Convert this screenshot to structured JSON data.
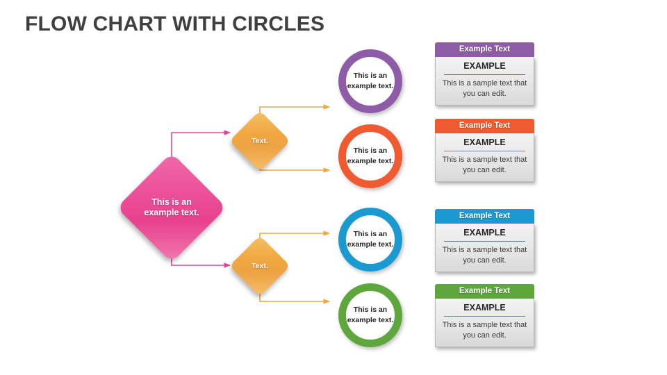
{
  "page": {
    "title": "FLOW CHART WITH CIRCLES",
    "background": "#ffffff",
    "title_color": "#3f3f3f"
  },
  "nodes": {
    "root": {
      "shape": "diamond",
      "label": "This is an example text.",
      "color": "#ec4f99",
      "text_color": "#ffffff"
    },
    "branches": [
      {
        "shape": "diamond",
        "label": "Text.",
        "color": "#f0a63f",
        "text_color": "#ffffff"
      },
      {
        "shape": "diamond",
        "label": "Text.",
        "color": "#f0a63f",
        "text_color": "#ffffff"
      }
    ]
  },
  "circles": [
    {
      "label": "This is an example text.",
      "ring_color": "#8e5ca6",
      "fill": "#ffffff",
      "text_color": "#231f20"
    },
    {
      "label": "This is an example text.",
      "ring_color": "#ef5a31",
      "fill": "#ffffff",
      "text_color": "#231f20"
    },
    {
      "label": "This is an example text.",
      "ring_color": "#1b9ad2",
      "fill": "#ffffff",
      "text_color": "#231f20"
    },
    {
      "label": "This is an example text.",
      "ring_color": "#5ea73c",
      "fill": "#ffffff",
      "text_color": "#231f20"
    }
  ],
  "cards": [
    {
      "header": "Example Text",
      "heading": "EXAMPLE",
      "description": "This is a sample text that you can edit.",
      "accent": "#8e5ca6"
    },
    {
      "header": "Example Text",
      "heading": "EXAMPLE",
      "description": "This is a sample text that you can edit.",
      "accent": "#ef5a31"
    },
    {
      "header": "Example Text",
      "heading": "EXAMPLE",
      "description": "This is a sample text that you can edit.",
      "accent": "#1b9ad2"
    },
    {
      "header": "Example Text",
      "heading": "EXAMPLE",
      "description": "This is a sample text that you can edit.",
      "accent": "#5ea73c"
    }
  ],
  "connectors": {
    "root_to_branch_color": "#e34195",
    "branch_to_circle_color": "#f0a63f"
  }
}
